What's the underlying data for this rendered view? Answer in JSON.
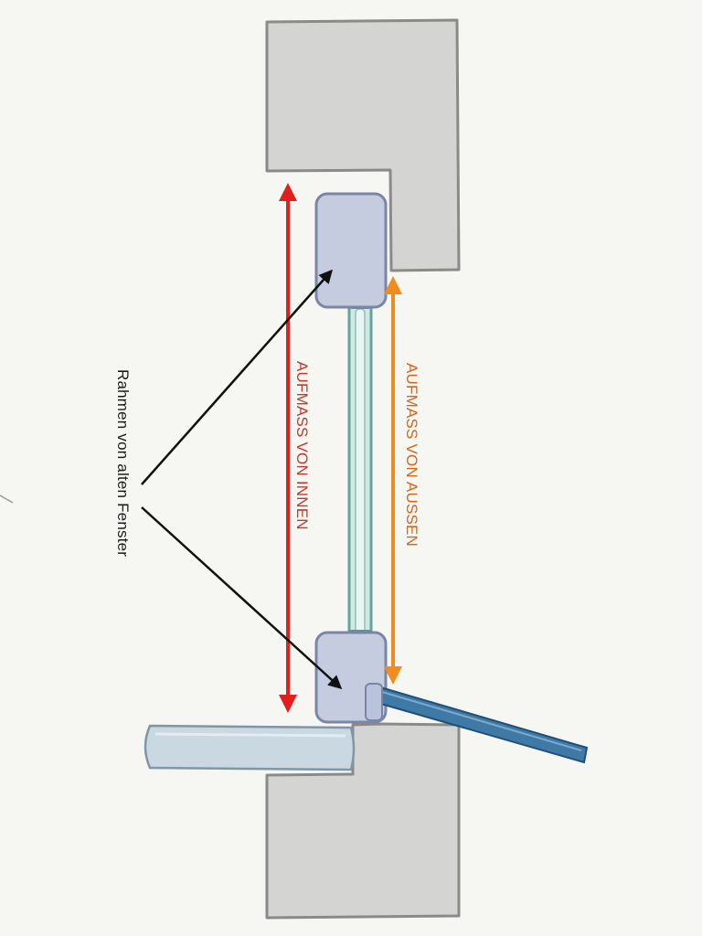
{
  "labels": {
    "frames": "Rahmen von alten Fenster",
    "inside_measure": "AUFMASS VON INNEN",
    "outside_measure": "AUFMASS VON AUSSEN"
  },
  "colors": {
    "background": "#f6f6f3",
    "wall": "#d4d4d2",
    "wall_stroke": "#8a8a88",
    "frame": "#c6cce0",
    "frame_stroke": "#7a86a8",
    "glass": "#cfe9e3",
    "glass_stroke": "#6aa39c",
    "sill_inside": "#cad8e2",
    "sill_outside": "#3f79a6",
    "inside_arrow": "#e21f1f",
    "outside_arrow": "#f08c1e",
    "pointer": "#111111",
    "inside_text": "#c0392b",
    "outside_text": "#d3651c"
  }
}
